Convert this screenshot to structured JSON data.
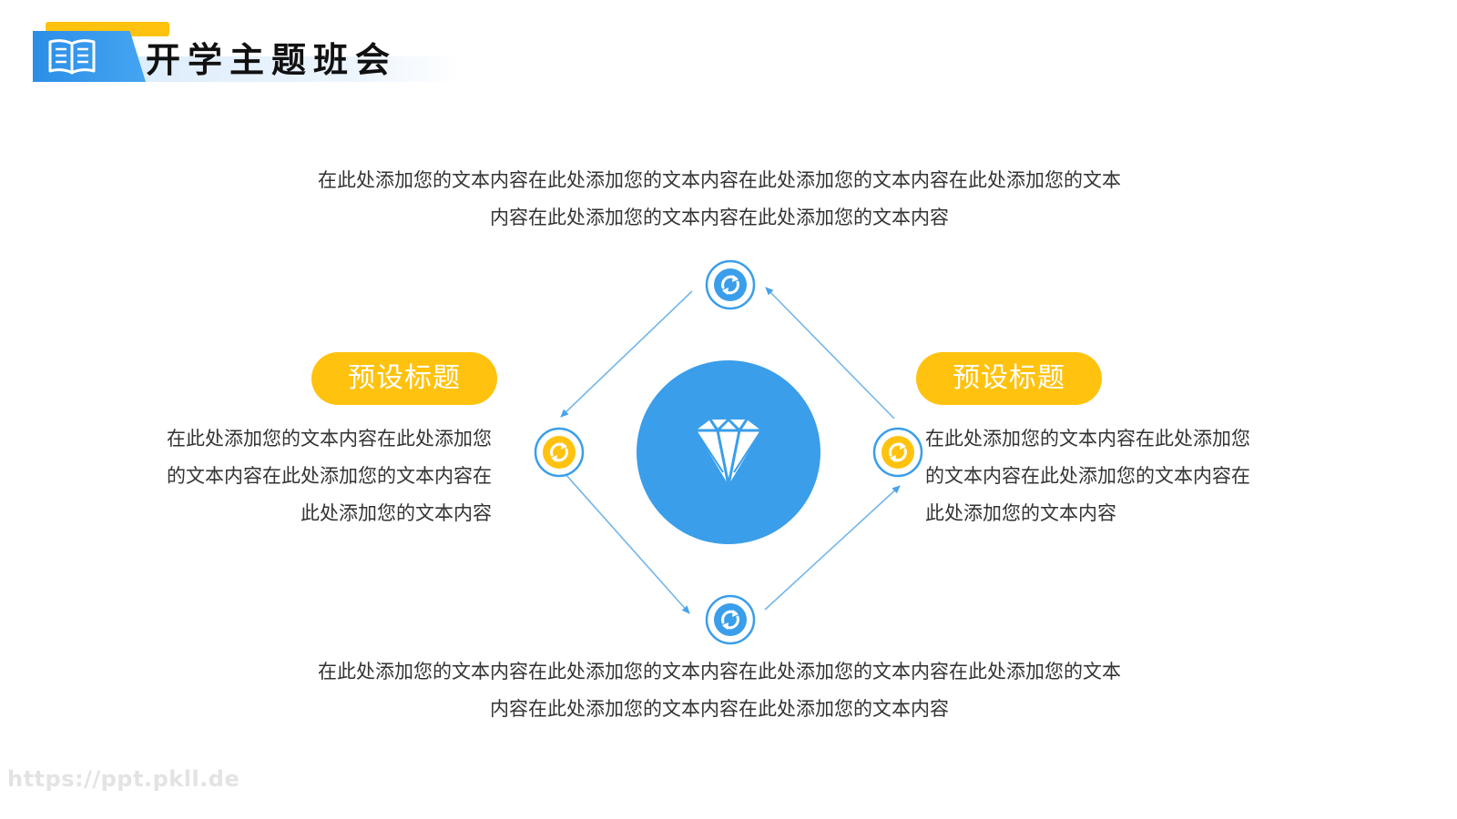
{
  "header": {
    "title": "开学主题班会",
    "icon": "book-icon",
    "colors": {
      "accent_yellow": "#FFC20E",
      "accent_blue": "#2B8EE6"
    }
  },
  "top_paragraph": {
    "line1": "在此处添加您的文本内容在此处添加您的文本内容在此处添加您的文本内容在此处添加您的文本",
    "line2": "内容在此处添加您的文本内容在此处添加您的文本内容"
  },
  "bottom_paragraph": {
    "line1": "在此处添加您的文本内容在此处添加您的文本内容在此处添加您的文本内容在此处添加您的文本",
    "line2": "内容在此处添加您的文本内容在此处添加您的文本内容"
  },
  "left_block": {
    "title": "预设标题",
    "line1": "在此处添加您的文本内容在此处添加您",
    "line2": "的文本内容在此处添加您的文本内容在",
    "line3": "此处添加您的文本内容"
  },
  "right_block": {
    "title": "预设标题",
    "line1": "在此处添加您的文本内容在此处添加您",
    "line2": "的文本内容在此处添加您的文本内容在",
    "line3": "此处添加您的文本内容"
  },
  "diagram": {
    "center_icon": "diamond-icon",
    "node_icon": "refresh-icon",
    "colors": {
      "blue": "#3A9EEA",
      "yellow": "#FFC20E",
      "line": "#5AA9E6"
    }
  },
  "watermark": "https://ppt.pkll.de"
}
